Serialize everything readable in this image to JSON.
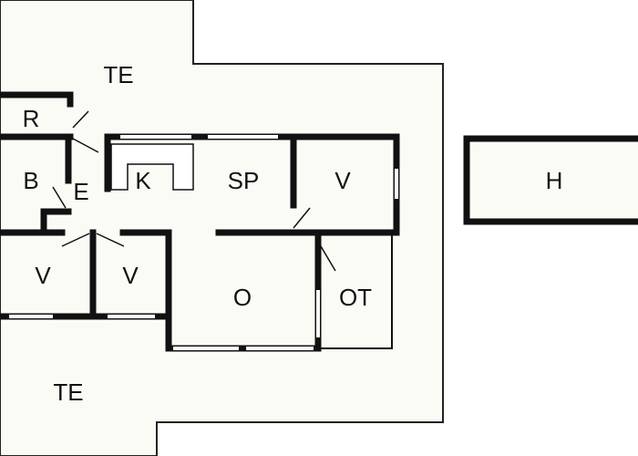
{
  "colors": {
    "background": "#ffffff",
    "floor": "#fbfbf6",
    "wall": "#111111",
    "outline": "#222222",
    "window": "#ffffff"
  },
  "rooms": {
    "terrace_top": "TE",
    "terrace_bottom": "TE",
    "r": "R",
    "b": "B",
    "e": "E",
    "k": "K",
    "sp": "SP",
    "v_right": "V",
    "v_left": "V",
    "v_middle": "V",
    "o": "O",
    "ot": "OT",
    "h": "H"
  }
}
